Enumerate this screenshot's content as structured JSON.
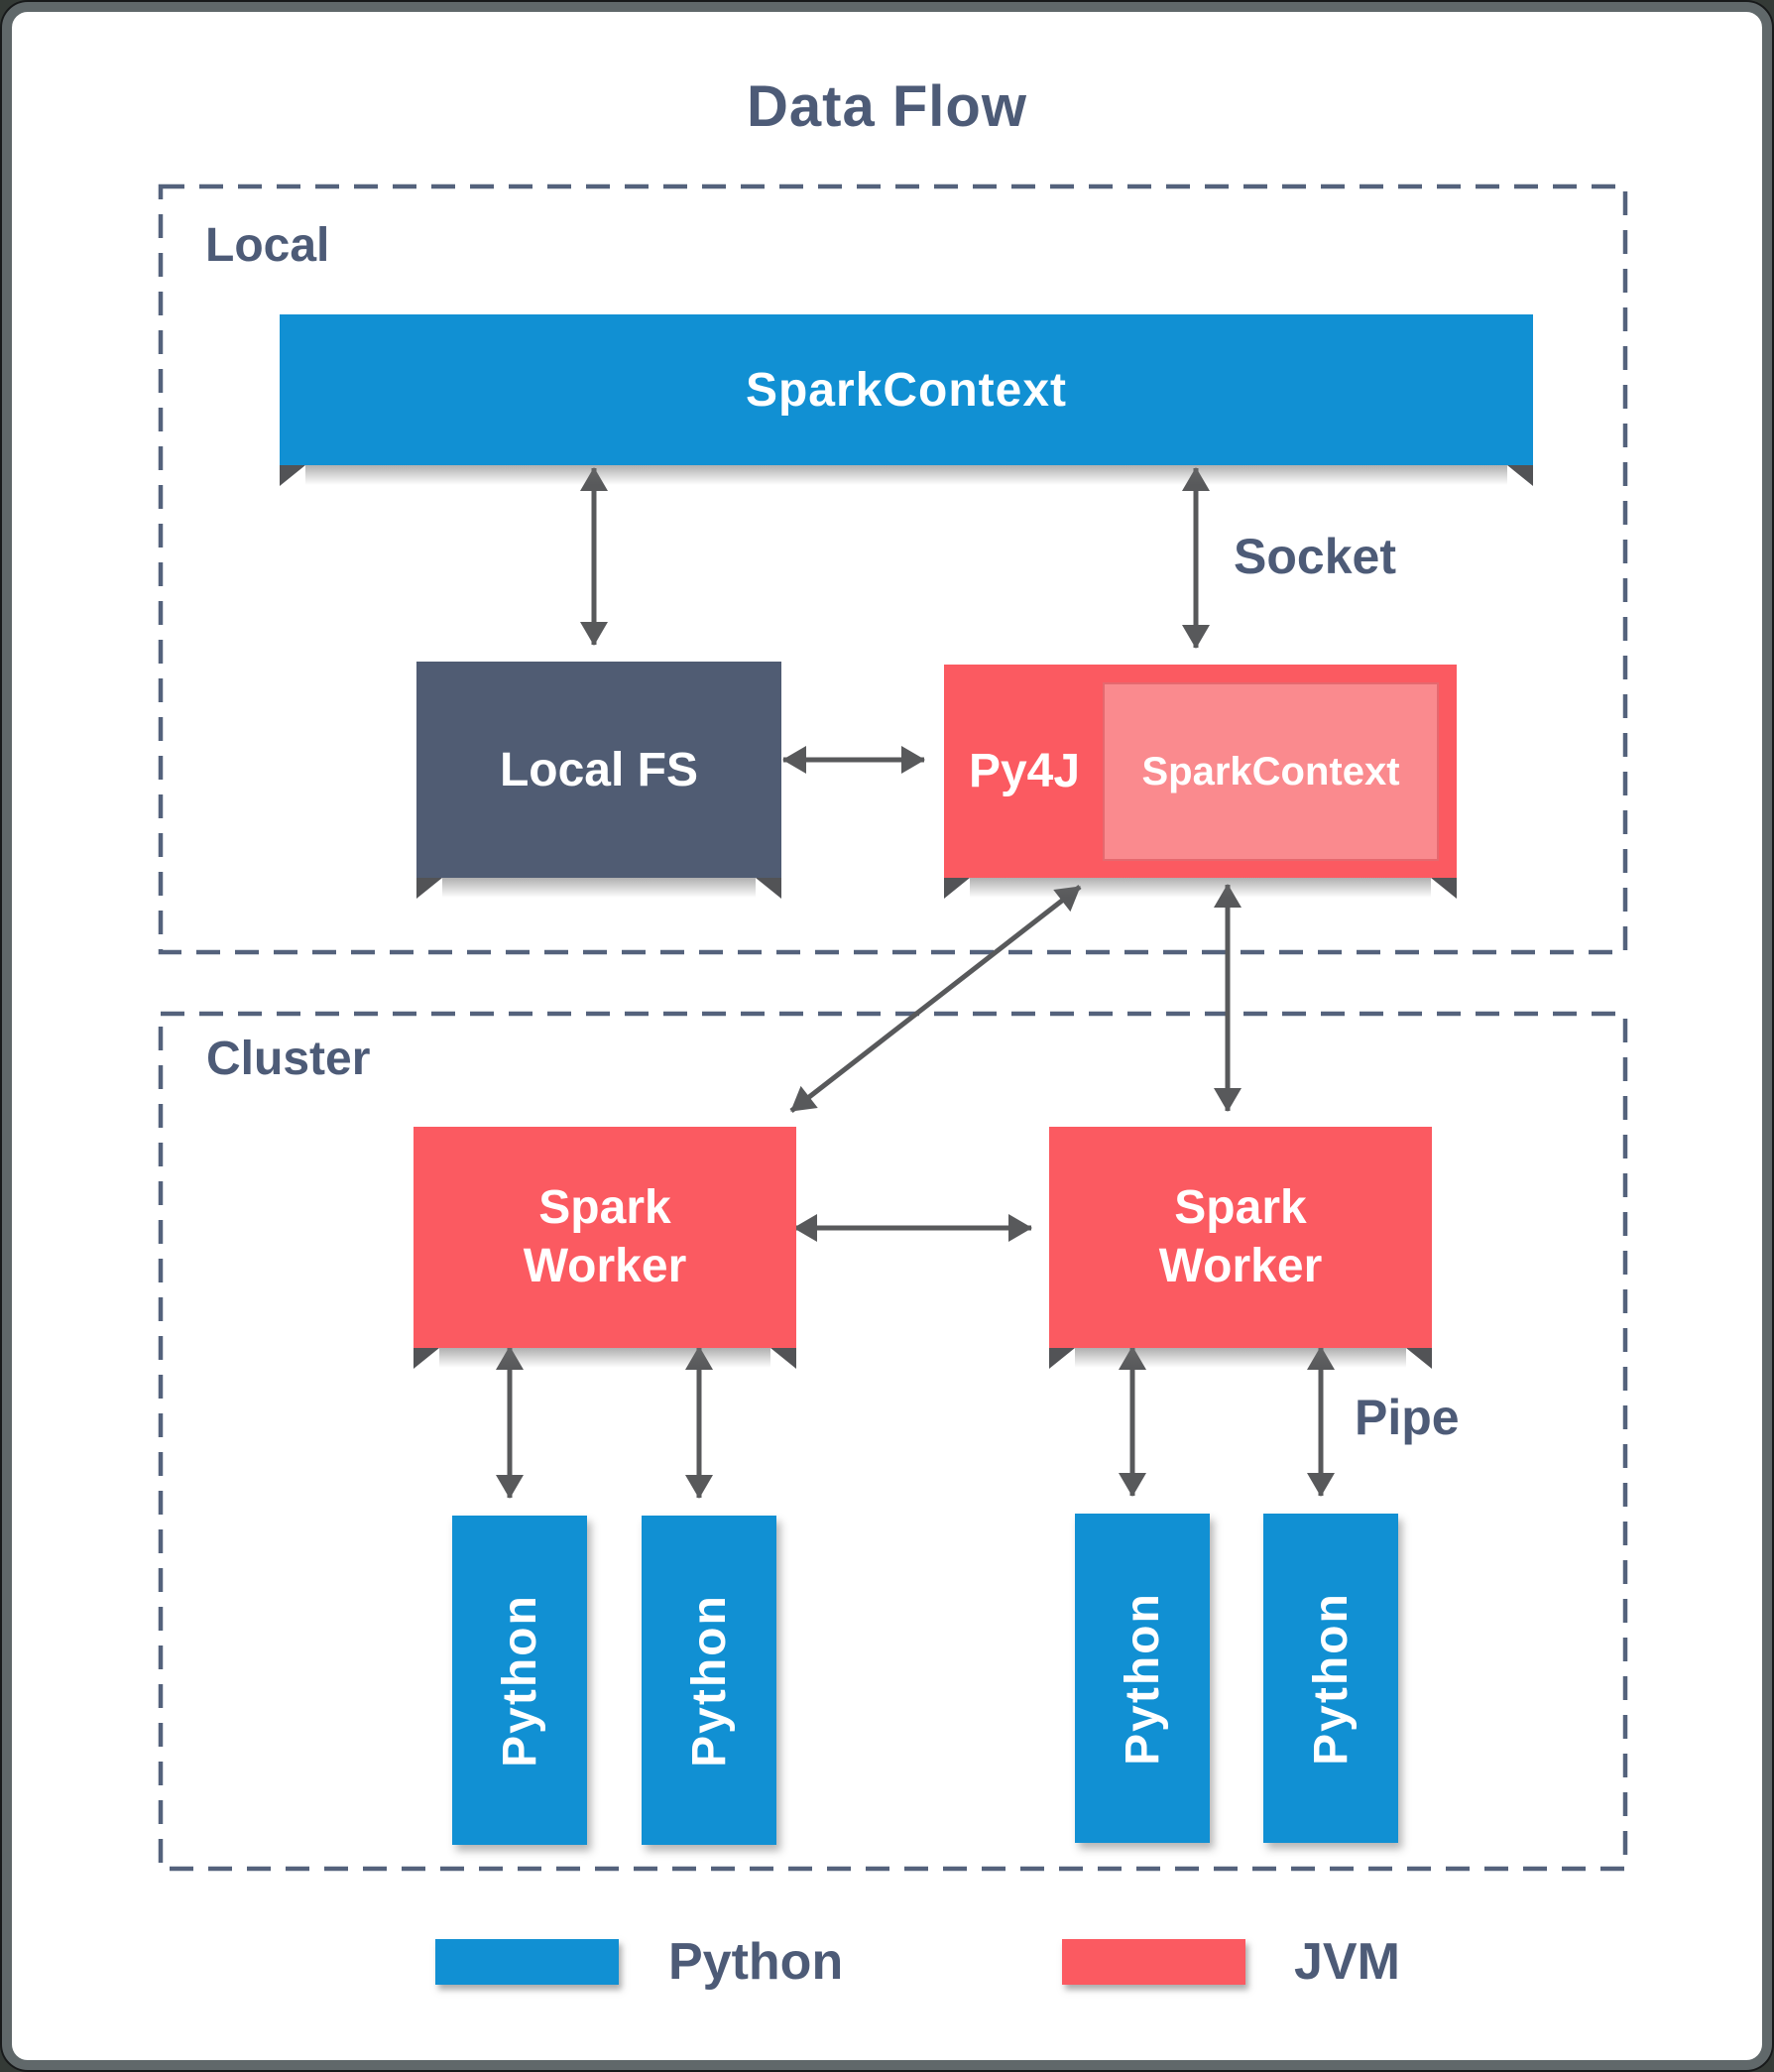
{
  "title": "Data Flow",
  "groups": {
    "local": {
      "label": "Local"
    },
    "cluster": {
      "label": "Cluster"
    }
  },
  "nodes": {
    "spark_context_main": {
      "label": "SparkContext"
    },
    "local_fs": {
      "label": "Local FS"
    },
    "py4j": {
      "label": "Py4J"
    },
    "py4j_spark_context": {
      "label": "SparkContext"
    },
    "spark_worker_1": {
      "label": "Spark\nWorker"
    },
    "spark_worker_2": {
      "label": "Spark\nWorker"
    },
    "python_1": {
      "label": "Python"
    },
    "python_2": {
      "label": "Python"
    },
    "python_3": {
      "label": "Python"
    },
    "python_4": {
      "label": "Python"
    }
  },
  "edge_labels": {
    "socket": "Socket",
    "pipe": "Pipe"
  },
  "legend": {
    "python": {
      "label": "Python"
    },
    "jvm": {
      "label": "JVM"
    }
  },
  "colors": {
    "python_blue": "#1190d3",
    "jvm_red": "#fb5a61",
    "jvm_light_red": "#fa8a8e",
    "slate_box": "#505c73",
    "label_text": "#4d5b77",
    "arrow_gray": "#58595b",
    "dashed_border": "#54627c"
  }
}
